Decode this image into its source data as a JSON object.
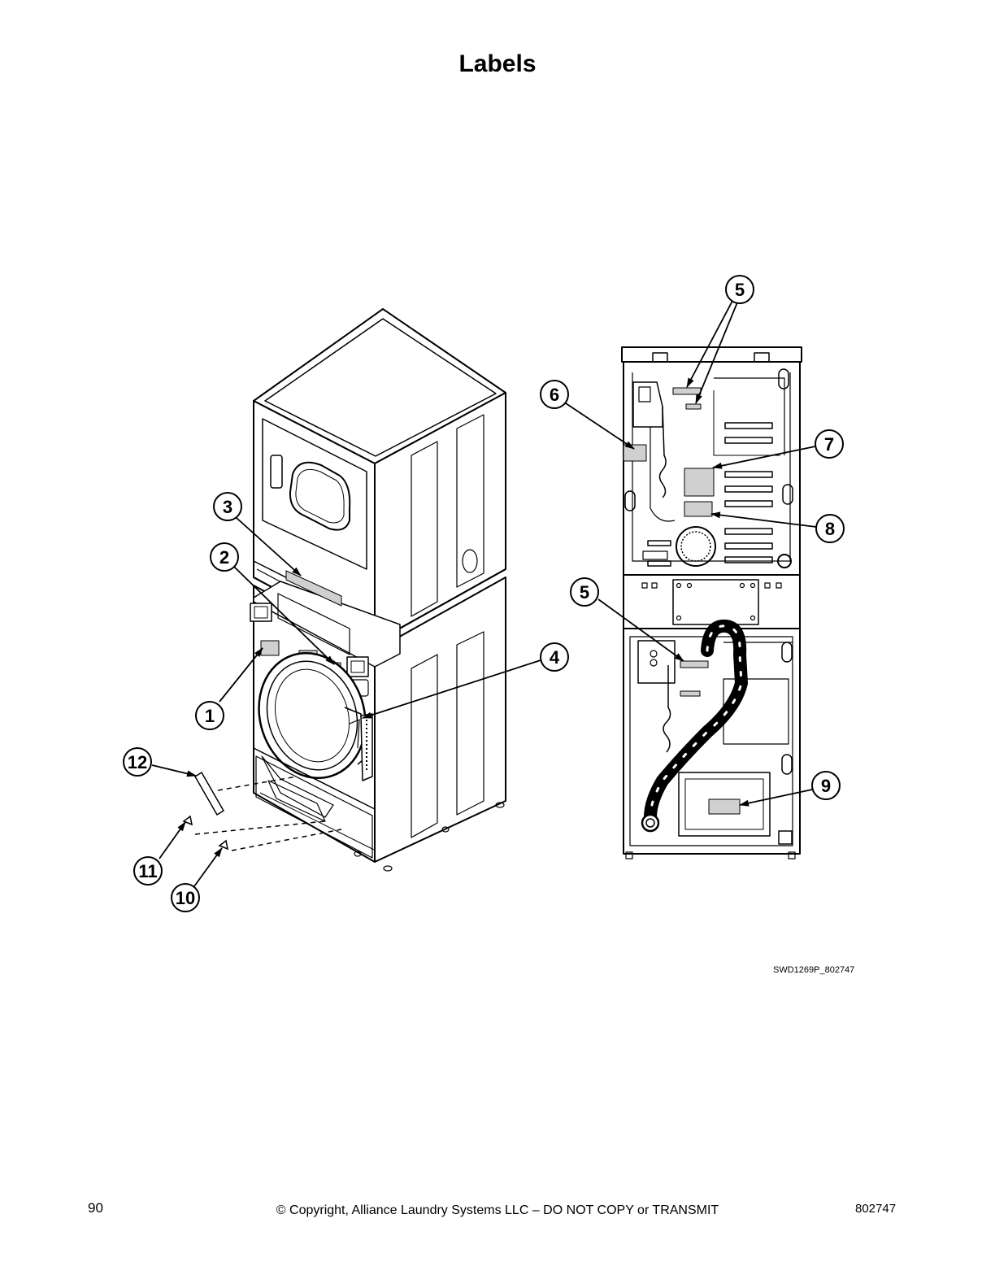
{
  "page": {
    "title": "Labels",
    "figure_code": "SWD1269P_802747",
    "footer": {
      "page_number": "90",
      "copyright": "© Copyright, Alliance Laundry Systems LLC – DO NOT COPY or TRANSMIT",
      "document_number": "802747"
    }
  },
  "callouts": {
    "c1": "1",
    "c2": "2",
    "c3": "3",
    "c4": "4",
    "c5a": "5",
    "c5b": "5",
    "c6": "6",
    "c7": "7",
    "c8": "8",
    "c9": "9",
    "c10": "10",
    "c11": "11",
    "c12": "12"
  }
}
